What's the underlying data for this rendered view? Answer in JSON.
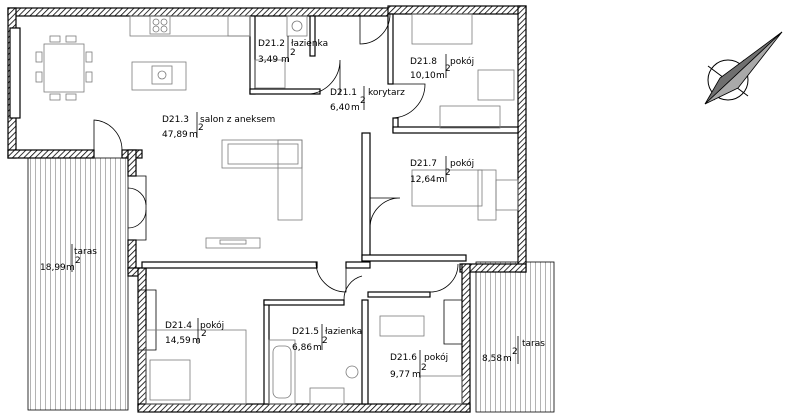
{
  "rooms": [
    {
      "id": "D21.2",
      "name": "łazienka",
      "area": "3,49",
      "unit": "m",
      "exp": "2"
    },
    {
      "id": "D21.8",
      "name": "pokój",
      "area": "10,10",
      "unit": "m",
      "exp": "2"
    },
    {
      "id": "D21.1",
      "name": "korytarz",
      "area": "6,40",
      "unit": "m",
      "exp": "2"
    },
    {
      "id": "D21.3",
      "name": "salon z aneksem",
      "area": "47,89",
      "unit": "m",
      "exp": "2"
    },
    {
      "id": "D21.7",
      "name": "pokój",
      "area": "12,64",
      "unit": "m",
      "exp": "2"
    },
    {
      "id": "D21.4",
      "name": "pokój",
      "area": "14,59",
      "unit": "m",
      "exp": "2"
    },
    {
      "id": "D21.5",
      "name": "łazienka",
      "area": "6,86",
      "unit": "m",
      "exp": "2"
    },
    {
      "id": "D21.6",
      "name": "pokój",
      "area": "9,77",
      "unit": "m",
      "exp": "2"
    }
  ],
  "terraces": [
    {
      "name": "taras",
      "area": "18,99",
      "unit": "m",
      "exp": "2"
    },
    {
      "name": "taras",
      "area": "8,58",
      "unit": "m",
      "exp": "2"
    }
  ],
  "colors": {
    "wall_hatch": "#000000",
    "furniture": "#7a7a7a",
    "background": "#ffffff"
  },
  "icons": {
    "north_arrow": "north-arrow-icon"
  }
}
